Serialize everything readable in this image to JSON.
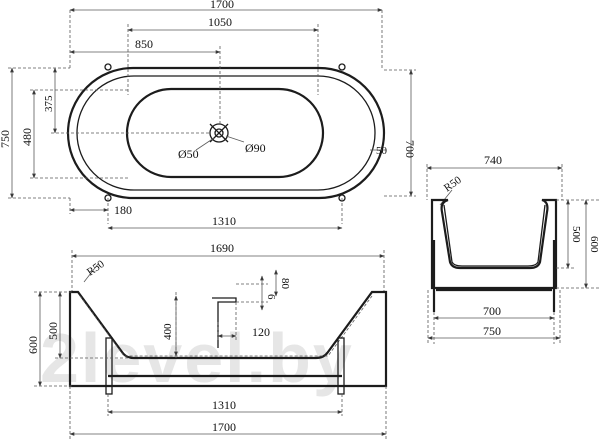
{
  "watermark": "2level.by",
  "dims": {
    "top_overall_length": "1700",
    "top_inner_length": "1050",
    "top_drain_offset": "850",
    "top_overall_width": "750",
    "top_inner_width": "480",
    "top_drain_width": "375",
    "top_rim_width": "700",
    "top_foot_offset": "180",
    "top_foot_spacing": "1310",
    "drain_diameter": "Ø50",
    "overflow_diameter": "Ø90",
    "rim_thickness": "50",
    "side_overall_width": "740",
    "side_corner_radius": "R50",
    "side_inner_height": "500",
    "side_overall_height": "600",
    "side_base_width": "700",
    "side_overall_base": "750",
    "front_top_length": "1690",
    "front_corner_radius": "R50",
    "front_overall_height": "600",
    "front_inner_height": "500",
    "front_drain_depth": "400",
    "front_overflow_gap": "6",
    "front_overflow_height": "80",
    "front_drain_offset": "120",
    "front_foot_spacing": "1310",
    "front_overall_length": "1700"
  }
}
